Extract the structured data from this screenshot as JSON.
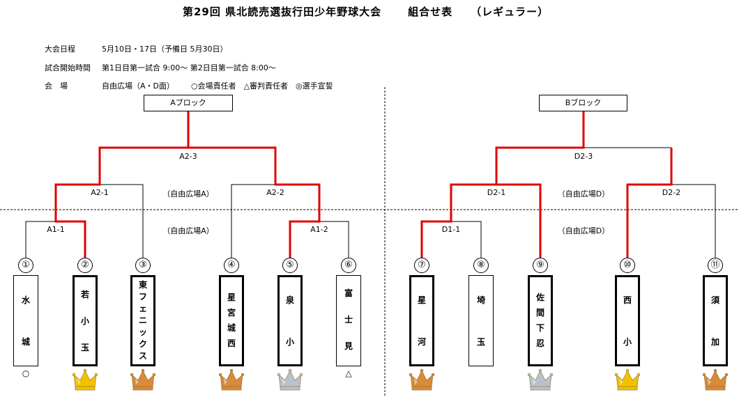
{
  "title": {
    "edition": "第29回",
    "tournament": "県北読売選抜行田少年野球大会",
    "kind": "組合せ表",
    "category": "（レギュラー）"
  },
  "info": [
    {
      "label": "大会日程",
      "value": "5月10日・17日（予備日 5月30日）",
      "symbols": ""
    },
    {
      "label": "試合開始時間",
      "value": "第1日目第一試合 9:00～ 第2日目第一試合 8:00～",
      "symbols": ""
    },
    {
      "label": "会　場",
      "value": "自由広場（A・D面）",
      "symbols": "○会場責任者　△審判責任者　◎選手宣誓"
    }
  ],
  "blocks": [
    {
      "label": "Aブロック"
    },
    {
      "label": "Bブロック"
    }
  ],
  "matches": [
    "A2-3",
    "A2-1",
    "A2-2",
    "A1-1",
    "A1-2",
    "D2-3",
    "D2-1",
    "D2-2",
    "D1-1"
  ],
  "venues": [
    "（自由広場A）",
    "（自由広場A）",
    "（自由広場D）",
    "（自由広場D）"
  ],
  "teams": [
    {
      "num": "①",
      "chars": [
        "水",
        "城"
      ],
      "mark": "○",
      "medal": ""
    },
    {
      "num": "②",
      "chars": [
        "若",
        "小",
        "玉"
      ],
      "mark": "",
      "medal": "gold"
    },
    {
      "num": "③",
      "chars": [
        "東",
        "フ",
        "ェ",
        "ニ",
        "ッ",
        "ク",
        "ス"
      ],
      "mark": "",
      "medal": "bronze"
    },
    {
      "num": "④",
      "chars": [
        "星",
        "宮",
        "城",
        "西"
      ],
      "mark": "",
      "medal": "bronze"
    },
    {
      "num": "⑤",
      "chars": [
        "泉",
        "小"
      ],
      "mark": "",
      "medal": "silver"
    },
    {
      "num": "⑥",
      "chars": [
        "富",
        "士",
        "見"
      ],
      "mark": "△",
      "medal": ""
    },
    {
      "num": "⑦",
      "chars": [
        "星",
        "河"
      ],
      "mark": "",
      "medal": "bronze"
    },
    {
      "num": "⑧",
      "chars": [
        "埼",
        "玉"
      ],
      "mark": "",
      "medal": ""
    },
    {
      "num": "⑨",
      "chars": [
        "佐",
        "間",
        "下",
        "忍"
      ],
      "mark": "",
      "medal": "silver"
    },
    {
      "num": "⑩",
      "chars": [
        "西",
        "小"
      ],
      "mark": "",
      "medal": "gold"
    },
    {
      "num": "⑪",
      "chars": [
        "須",
        "加"
      ],
      "mark": "",
      "medal": "bronze"
    }
  ],
  "colors": {
    "winner_line": "#e00000",
    "line": "#000000",
    "gold": "#f2c200",
    "silver": "#b9c2cc",
    "bronze": "#d98a3a"
  }
}
